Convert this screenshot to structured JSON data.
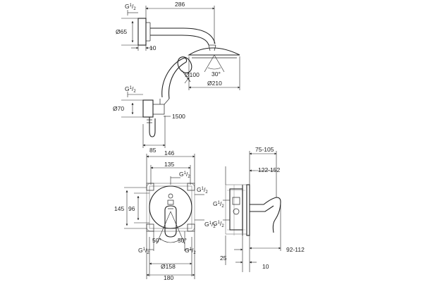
{
  "shower_set": {
    "g_half": "G",
    "sup_1": "1",
    "sub_2": "2",
    "arm_length": "286",
    "flange_dia": "Ø65",
    "wall_gap": "10",
    "head_dia_small": "Ø100",
    "head_dia": "Ø210",
    "tilt_angle": "30°",
    "holder_dia": "Ø70",
    "hose_length": "1500",
    "holder_offset": "85"
  },
  "front_view": {
    "width_outer": "146",
    "width_inner": "135",
    "height_outer": "145",
    "height_inner": "96",
    "angle_left": "50°",
    "angle_right": "50°",
    "dia_plate": "Ø158",
    "width_plate": "180"
  },
  "side_view": {
    "depth_range": "75-105",
    "install_range": "122-152",
    "spout_range": "92-112",
    "wall_depth": "25",
    "plate_gap": "10"
  }
}
